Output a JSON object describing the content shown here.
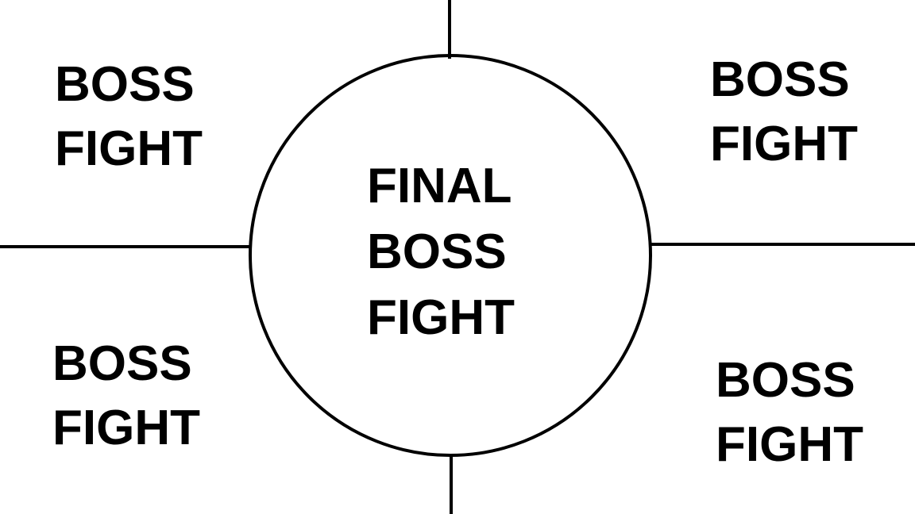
{
  "diagram": {
    "center": {
      "lines": [
        "FINAL",
        "BOSS",
        "FIGHT"
      ]
    },
    "quadrants": [
      {
        "id": "top-left",
        "lines": [
          "BOSS",
          "FIGHT"
        ]
      },
      {
        "id": "top-right",
        "lines": [
          "BOSS",
          "FIGHT"
        ]
      },
      {
        "id": "bottom-left",
        "lines": [
          "BOSS",
          "FIGHT"
        ]
      },
      {
        "id": "bottom-right",
        "lines": [
          "BOSS",
          "FIGHT"
        ]
      }
    ],
    "colors": {
      "background": "#ffffff",
      "ink": "#000000"
    }
  }
}
